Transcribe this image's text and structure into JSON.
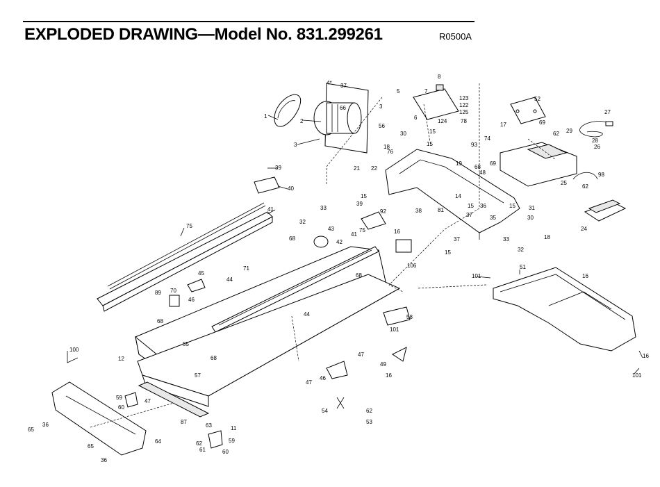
{
  "header": {
    "title": "EXPLODED DRAWING—Model No. 831.299261",
    "code": "R0500A"
  },
  "callouts": [
    "1",
    "2",
    "3",
    "4*",
    "37",
    "66",
    "3",
    "5",
    "7",
    "8",
    "123",
    "122",
    "125",
    "78",
    "124",
    "6",
    "15",
    "52",
    "17",
    "69",
    "27",
    "62",
    "29",
    "28",
    "26",
    "56",
    "30",
    "18",
    "15",
    "93",
    "74",
    "21",
    "76",
    "22",
    "68",
    "48",
    "69",
    "39",
    "40",
    "19",
    "98",
    "15",
    "25",
    "62",
    "14",
    "15",
    "36",
    "24",
    "31",
    "75",
    "41",
    "33",
    "43",
    "32",
    "39",
    "92",
    "38",
    "81",
    "37",
    "35",
    "15",
    "30",
    "18",
    "68",
    "42",
    "16",
    "37",
    "33",
    "32",
    "41",
    "75",
    "106",
    "15",
    "101",
    "51",
    "16",
    "45",
    "44",
    "71",
    "46",
    "89",
    "70",
    "68",
    "68",
    "44",
    "58",
    "101",
    "55",
    "12",
    "68",
    "47",
    "100",
    "49",
    "16",
    "57",
    "46",
    "47",
    "59",
    "60",
    "47",
    "65",
    "36",
    "87",
    "63",
    "11",
    "59",
    "54",
    "62",
    "53",
    "65",
    "36",
    "62",
    "61",
    "60",
    "64",
    "16",
    "101"
  ]
}
